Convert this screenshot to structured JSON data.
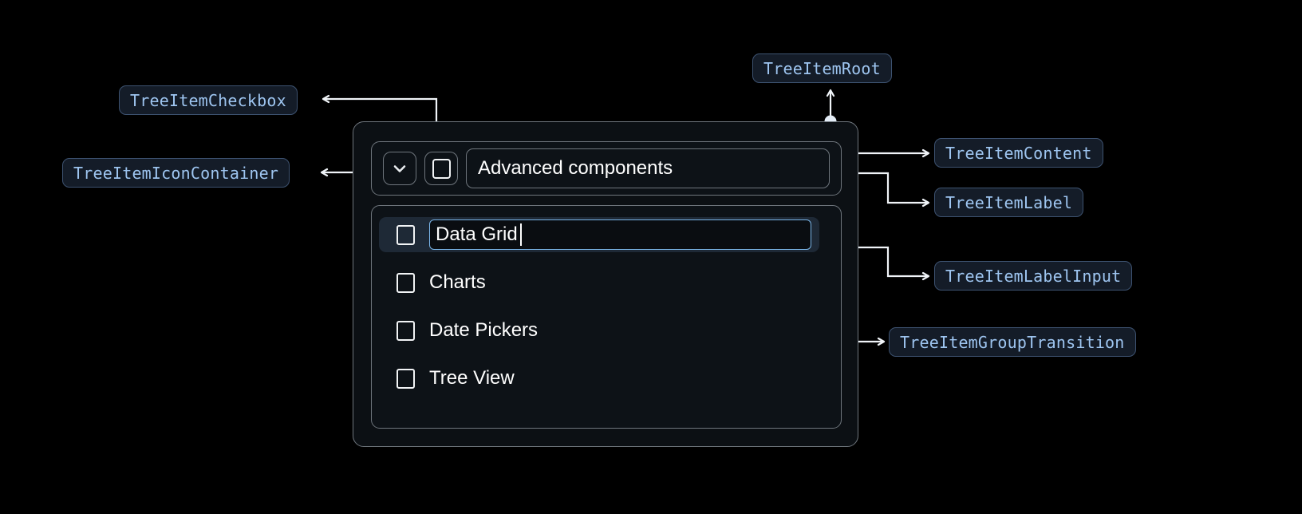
{
  "annotations": {
    "checkbox": "TreeItemCheckbox",
    "icon_container": "TreeItemIconContainer",
    "root": "TreeItemRoot",
    "content": "TreeItemContent",
    "label": "TreeItemLabel",
    "label_input": "TreeItemLabelInput",
    "group_transition": "TreeItemGroupTransition"
  },
  "tree": {
    "root_label": "Advanced components",
    "children": [
      {
        "label": "Data Grid",
        "editing": true,
        "checked": false
      },
      {
        "label": "Charts",
        "editing": false,
        "checked": false
      },
      {
        "label": "Date Pickers",
        "editing": false,
        "checked": false
      },
      {
        "label": "Tree View",
        "editing": false,
        "checked": false
      }
    ]
  },
  "icons": {
    "expand": "chevron-down-icon",
    "checkbox": "checkbox-icon"
  },
  "colors": {
    "background": "#000000",
    "chip_fill": "#141c28",
    "chip_border": "#3d5270",
    "chip_text": "#9ec5f0",
    "card_border": "#6f767d",
    "card_fill": "#0c1014",
    "selected_row": "#1e2936",
    "input_border": "#7ab5e8",
    "connector": "#f0f4f8",
    "text": "#ffffff"
  }
}
